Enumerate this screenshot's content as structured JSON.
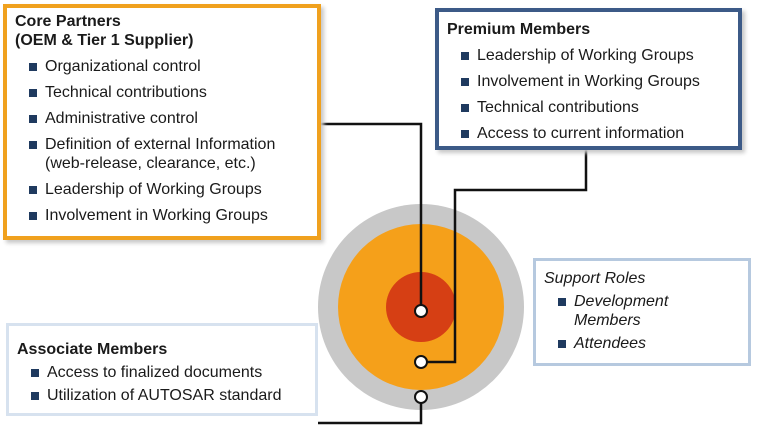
{
  "core_partners": {
    "title_line1": "Core Partners",
    "title_line2": "(OEM & Tier 1 Supplier)",
    "items": [
      "Organizational control",
      "Technical contributions",
      "Administrative control",
      "Definition of external Information (web-release, clearance, etc.)",
      "Leadership of Working Groups",
      "Involvement in Working Groups"
    ]
  },
  "premium_members": {
    "title": "Premium Members",
    "items": [
      "Leadership of Working Groups",
      "Involvement in Working Groups",
      "Technical contributions",
      "Access to current information"
    ]
  },
  "associate_members": {
    "title": "Associate Members",
    "items": [
      "Access to finalized documents",
      "Utilization of AUTOSAR standard"
    ]
  },
  "support_roles": {
    "title": "Support Roles",
    "items": [
      "Development Members",
      "Attendees"
    ]
  },
  "colors": {
    "core": "#f0a11e",
    "premium": "#3c5a87",
    "outer_ring": "#c8c8c8",
    "middle_ring": "#f5a01a",
    "inner_circle": "#d63f14"
  }
}
